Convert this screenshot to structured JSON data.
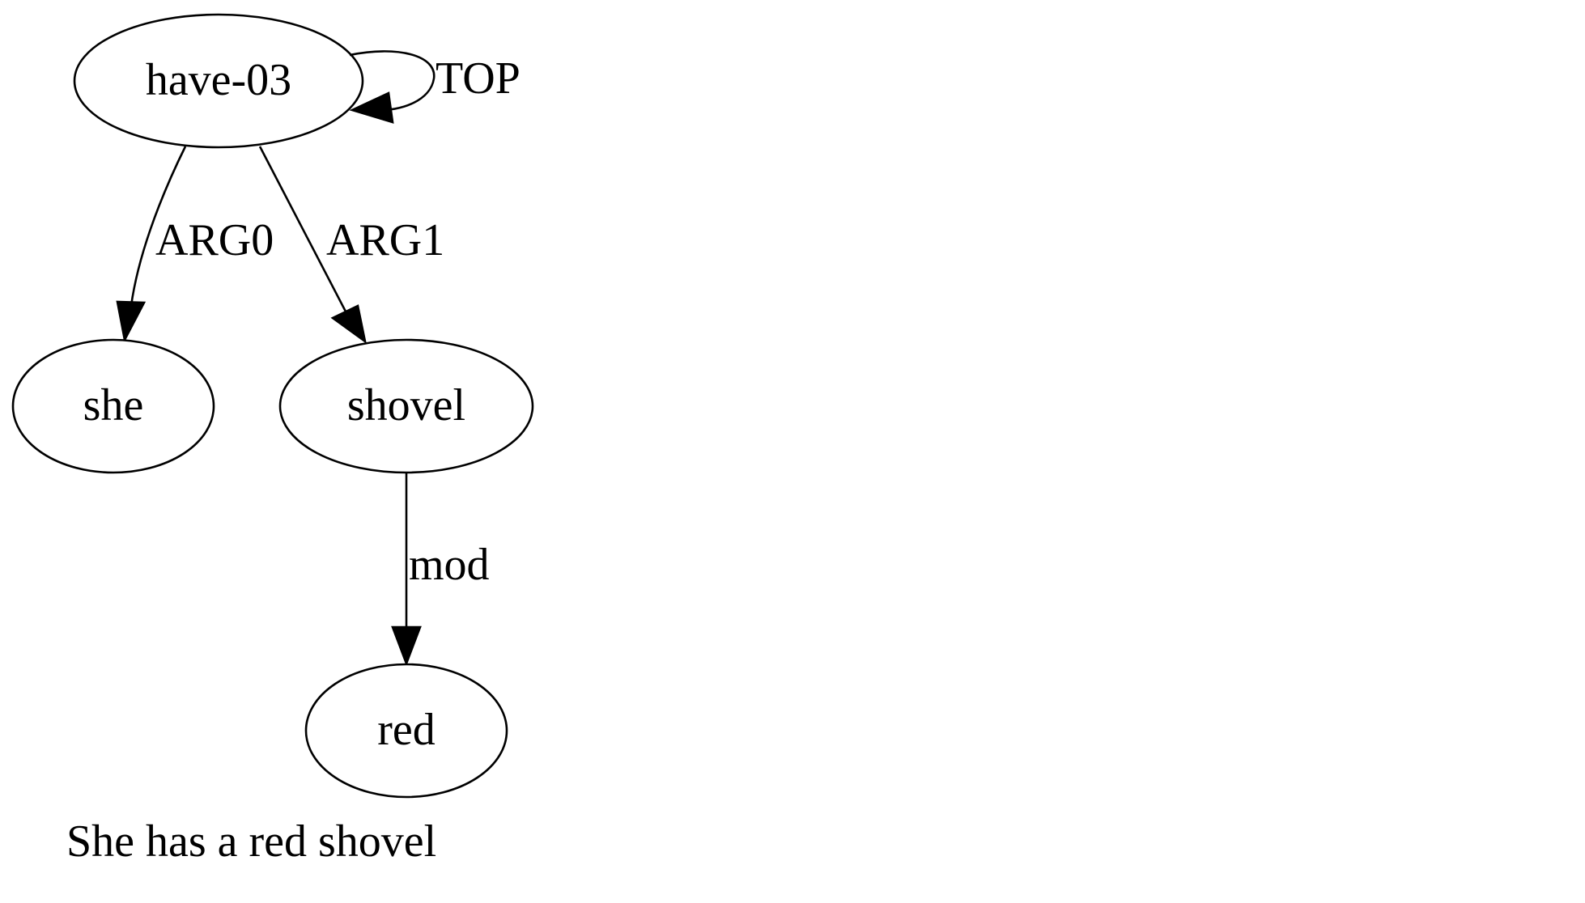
{
  "colors": {
    "background": "#ffffff",
    "stroke": "#000000",
    "text": "#000000"
  },
  "graph": {
    "nodes": {
      "have": "have-03",
      "she": "she",
      "shovel": "shovel",
      "red": "red"
    },
    "edges": {
      "top": "TOP",
      "arg0": "ARG0",
      "arg1": "ARG1",
      "mod": "mod"
    },
    "caption": "She has a red shovel"
  }
}
